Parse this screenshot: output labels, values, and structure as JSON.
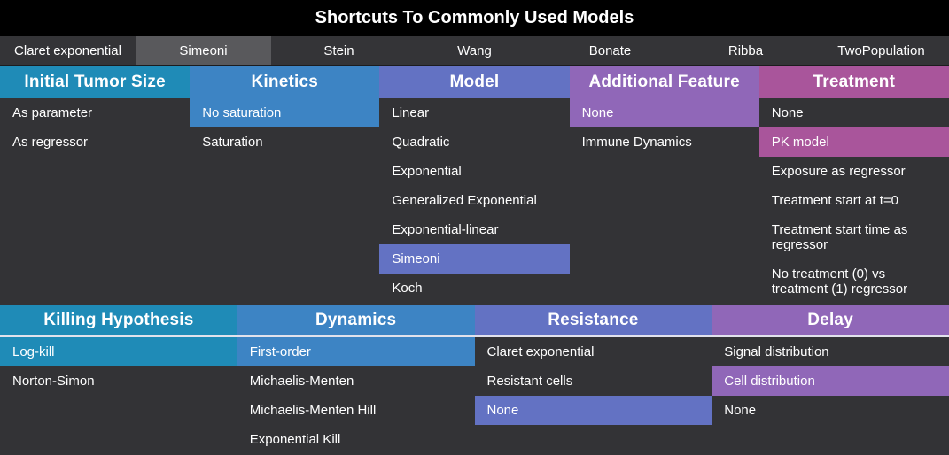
{
  "title": "Shortcuts To Commonly Used Models",
  "tabs": {
    "selected": "Simeoni",
    "items": [
      {
        "label": "Claret exponential"
      },
      {
        "label": "Simeoni"
      },
      {
        "label": "Stein"
      },
      {
        "label": "Wang"
      },
      {
        "label": "Bonate"
      },
      {
        "label": "Ribba"
      },
      {
        "label": "TwoPopulation"
      }
    ]
  },
  "colors": {
    "teal": "#1f8bb7",
    "blue": "#3d84c4",
    "indigo": "#6372c3",
    "purple": "#9067b8",
    "magenta": "#a9559b",
    "background": "#333336",
    "title_bar": "#000000",
    "tab_selected": "#59595c",
    "header2_divider": "#e2e2ec"
  },
  "section_top": {
    "columns": [
      {
        "header": "Initial Tumor Size",
        "color": "#1f8bb7",
        "selected": null,
        "items": [
          {
            "label": "As parameter"
          },
          {
            "label": "As regressor"
          }
        ]
      },
      {
        "header": "Kinetics",
        "color": "#3d84c4",
        "selected": "No saturation",
        "items": [
          {
            "label": "No saturation"
          },
          {
            "label": "Saturation"
          }
        ]
      },
      {
        "header": "Model",
        "color": "#6372c3",
        "selected": "Simeoni",
        "items": [
          {
            "label": "Linear"
          },
          {
            "label": "Quadratic"
          },
          {
            "label": "Exponential"
          },
          {
            "label": "Generalized Exponential"
          },
          {
            "label": "Exponential-linear"
          },
          {
            "label": "Simeoni"
          },
          {
            "label": "Koch"
          }
        ]
      },
      {
        "header": "Additional Feature",
        "color": "#9067b8",
        "selected": "None",
        "items": [
          {
            "label": "None"
          },
          {
            "label": "Immune Dynamics"
          }
        ]
      },
      {
        "header": "Treatment",
        "color": "#a9559b",
        "selected": "PK model",
        "items": [
          {
            "label": "None"
          },
          {
            "label": "PK model"
          },
          {
            "label": "Exposure as regressor"
          },
          {
            "label": "Treatment start at t=0"
          },
          {
            "label": "Treatment start time as regressor"
          },
          {
            "label": "No treatment (0) vs treatment (1) regressor"
          }
        ]
      }
    ]
  },
  "section_bottom": {
    "columns": [
      {
        "header": "Killing Hypothesis",
        "color": "#1f8bb7",
        "selected": "Log-kill",
        "items": [
          {
            "label": "Log-kill"
          },
          {
            "label": "Norton-Simon"
          }
        ]
      },
      {
        "header": "Dynamics",
        "color": "#3d84c4",
        "selected": "First-order",
        "items": [
          {
            "label": "First-order"
          },
          {
            "label": "Michaelis-Menten"
          },
          {
            "label": "Michaelis-Menten Hill"
          },
          {
            "label": "Exponential Kill"
          }
        ]
      },
      {
        "header": "Resistance",
        "color": "#6372c3",
        "selected": "None",
        "items": [
          {
            "label": "Claret exponential"
          },
          {
            "label": "Resistant cells"
          },
          {
            "label": "None"
          }
        ]
      },
      {
        "header": "Delay",
        "color": "#9067b8",
        "selected": "Cell distribution",
        "items": [
          {
            "label": "Signal distribution"
          },
          {
            "label": "Cell distribution"
          },
          {
            "label": "None"
          }
        ]
      }
    ]
  }
}
